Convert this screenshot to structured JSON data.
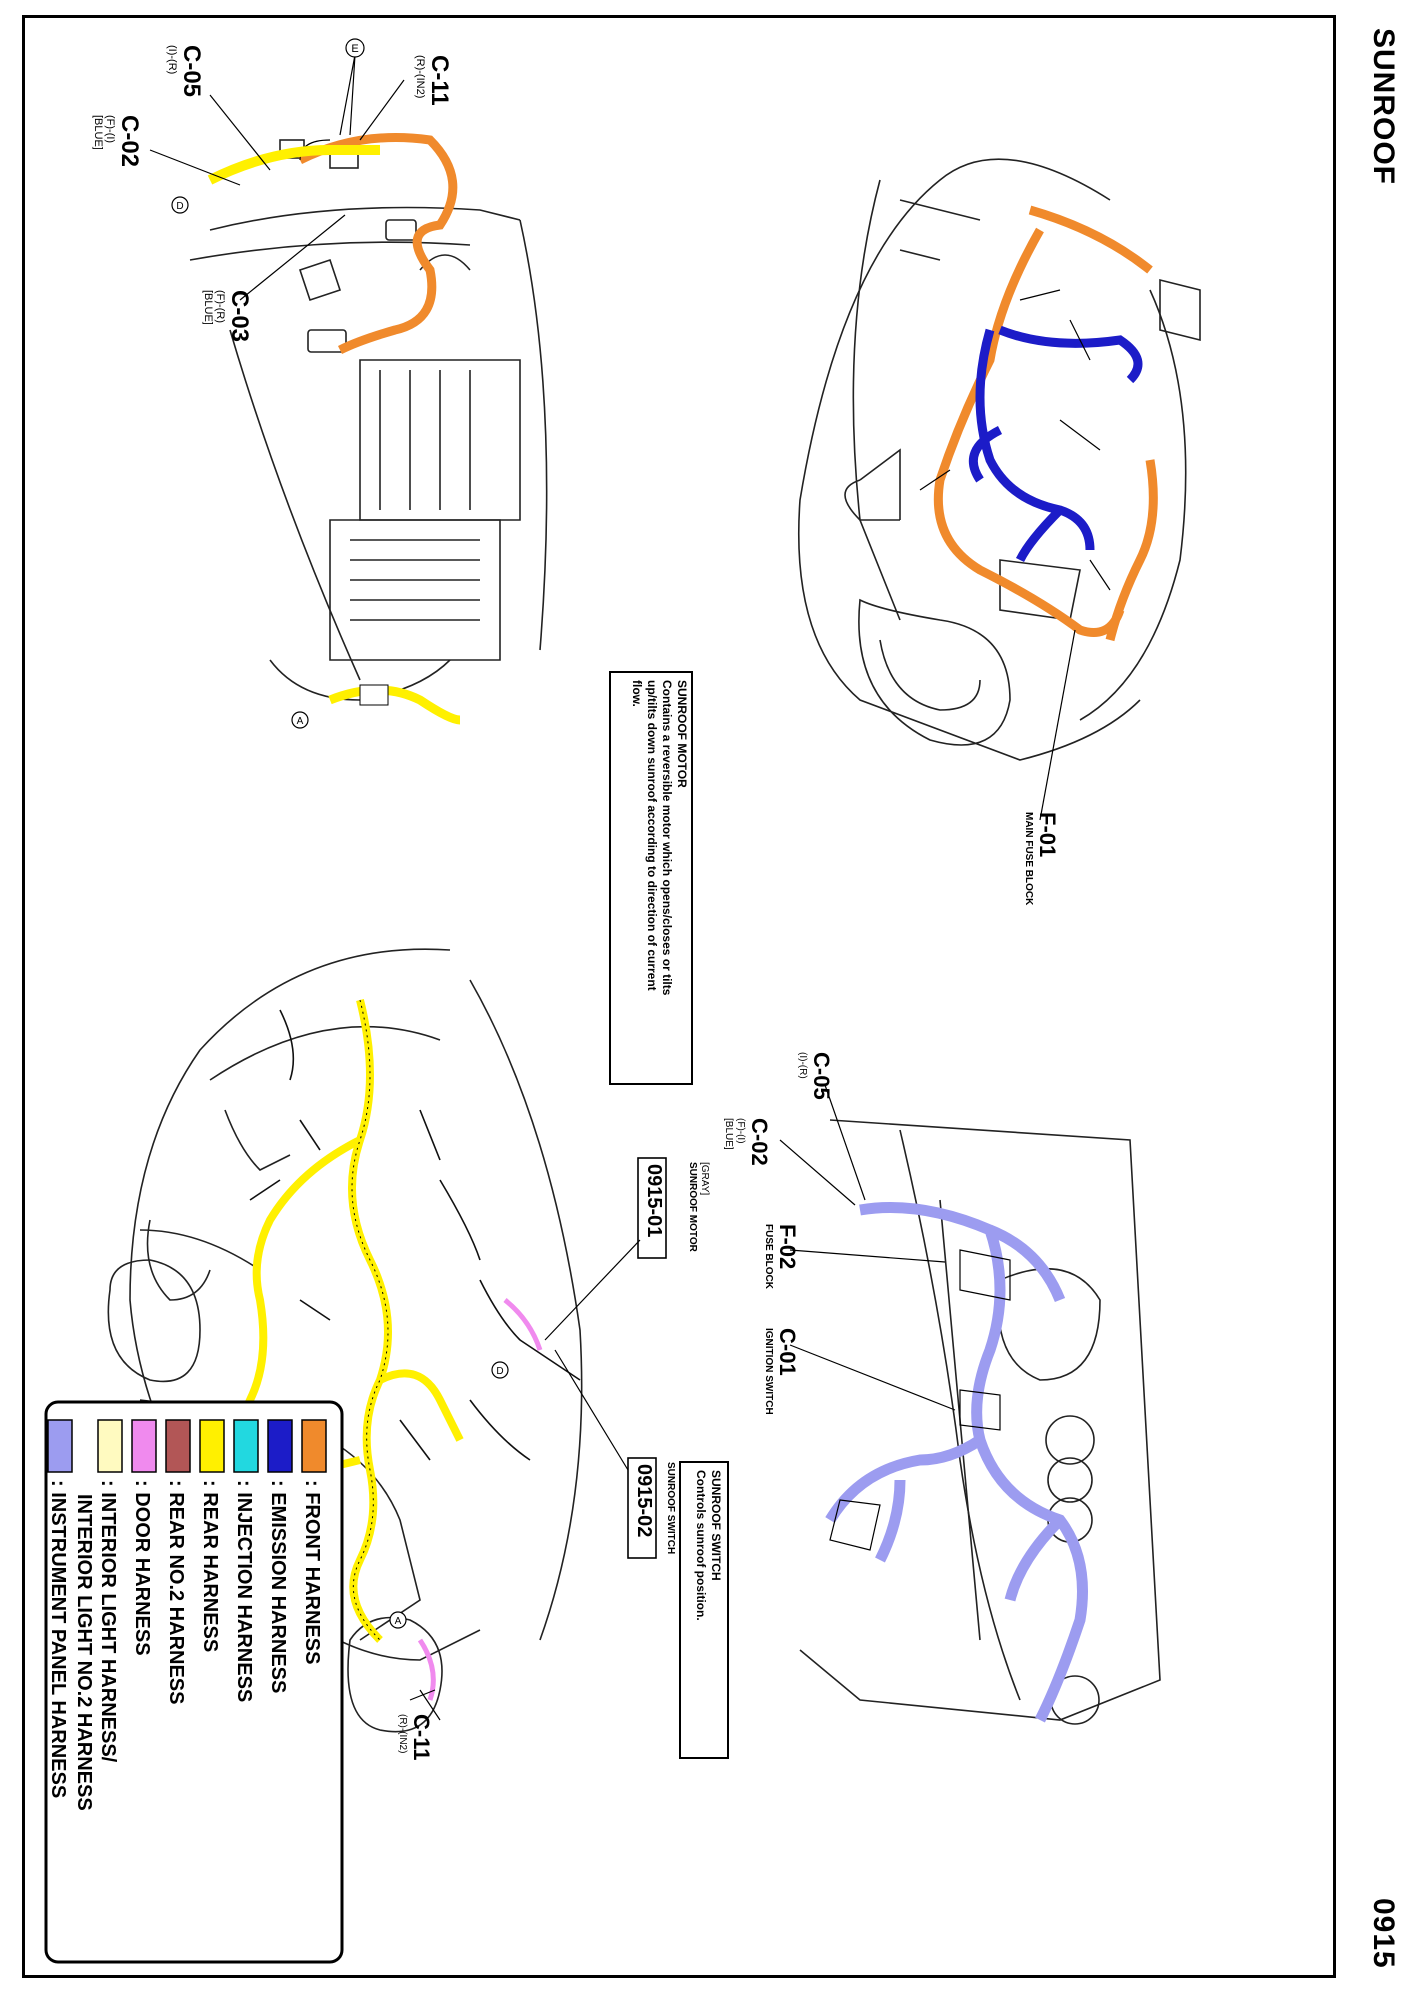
{
  "page": {
    "title": "SUNROOF",
    "number": "0915"
  },
  "views": {
    "top_left": {
      "connectors": [
        {
          "id": "C-11",
          "spec": "(R)-(IN2)"
        },
        {
          "id": "C-05",
          "spec": "(I)-(R)"
        },
        {
          "id": "C-02",
          "spec": "(F)-(I)",
          "color": "[BLUE]"
        },
        {
          "id": "C-03",
          "spec": "(F)-(R)",
          "color": "[BLUE]"
        }
      ],
      "marker_a": "A",
      "marker_d": "D",
      "marker_e": "E"
    },
    "top_right": {
      "fuse_block": {
        "id": "F-01",
        "name": "MAIN FUSE BLOCK"
      }
    },
    "bottom_right": {
      "connectors": [
        {
          "id": "C-05",
          "spec": "(I)-(R)"
        },
        {
          "id": "C-02",
          "spec": "(F)-(I)",
          "color": "[BLUE]"
        },
        {
          "id": "F-02",
          "spec": "FUSE BLOCK"
        },
        {
          "id": "C-01",
          "spec": "IGNITION SWITCH"
        }
      ]
    },
    "bottom_left": {
      "components": [
        {
          "code": "0915-01",
          "color": "[GRAY]",
          "name": "SUNROOF MOTOR"
        },
        {
          "code": "0915-02",
          "name": "SUNROOF SWITCH"
        }
      ],
      "connector": {
        "id": "C-11",
        "spec": "(R)-(IN2)"
      },
      "marker_d": "D",
      "marker_a": "A"
    }
  },
  "notes": [
    {
      "title": "SUNROOF MOTOR",
      "lines": [
        "Contains a reversible motor which opens/closes or tilts",
        "up/tilts down sunroof according to direction of current",
        "flow."
      ]
    },
    {
      "title": "SUNROOF SWITCH",
      "lines": [
        "Controls sunroof position."
      ]
    }
  ],
  "legend": {
    "items": [
      {
        "color": "#F08A2C",
        "label": ": FRONT HARNESS"
      },
      {
        "color": "#1C1CC8",
        "label": ": EMISSION HARNESS"
      },
      {
        "color": "#22D8E0",
        "label": ": INJECTION HARNESS"
      },
      {
        "color": "#FFF000",
        "label": ": REAR HARNESS"
      },
      {
        "color": "#B25656",
        "label": ": REAR NO.2 HARNESS"
      },
      {
        "color": "#F08AEE",
        "label": ": DOOR HARNESS"
      },
      {
        "color": "#FFFAC0",
        "label": ": INTERIOR LIGHT HARNESS/",
        "label2": "INTERIOR LIGHT NO.2 HARNESS"
      },
      {
        "color": "#9C9CF0",
        "label": ": INSTRUMENT PANEL HARNESS"
      }
    ]
  }
}
